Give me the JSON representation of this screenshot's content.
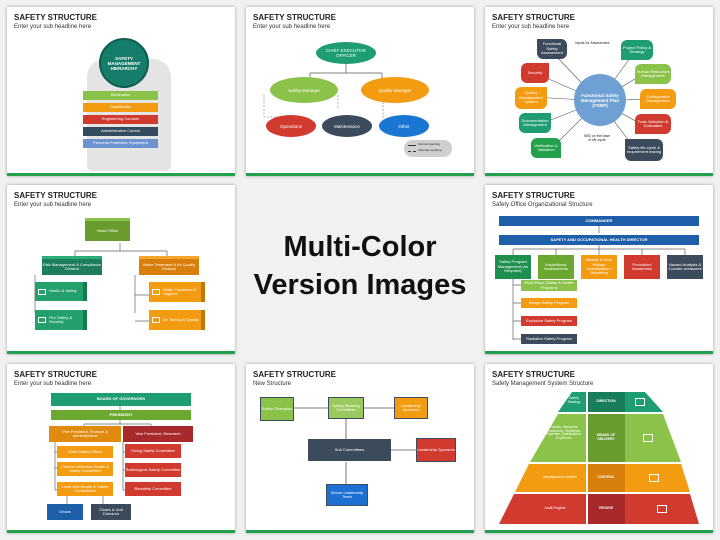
{
  "center": {
    "line1": "Multi-Color",
    "line2": "Version Images"
  },
  "slides": [
    {
      "title": "SAFETY STRUCTURE",
      "subtitle": "Enter your sub headline here",
      "circle": "SAFETY MANAGEMENT HIERARCHY",
      "levels": [
        "Elimination",
        "Substitution",
        "Engineering Controls",
        "Administrative Control",
        "Personal Protective Equipment"
      ]
    },
    {
      "title": "SAFETY STRUCTURE",
      "subtitle": "Enter your sub headline here",
      "ceo": "CHIEF EXECUTIVE OFFICER",
      "managers": [
        "Safety Manager",
        "Quality Manager"
      ],
      "units": [
        "Operations",
        "Maintenance",
        "Other"
      ],
      "legend": [
        "Formal reporting",
        "Informal reporting"
      ]
    },
    {
      "title": "SAFETY STRUCTURE",
      "subtitle": "Enter your sub headline here",
      "hub": "Functional Safety Management Plan (FSMP)",
      "top_left": "Functional Safety Assessment",
      "top_note": "Inputs for Assessment",
      "bottom_note": "SBS on the base of life-cycle",
      "left": [
        "Security",
        "Quality Management System",
        "Documentation Management",
        "Verification & Validation"
      ],
      "right": [
        "Project Policy & Strategy",
        "Human Resources Management",
        "Configuration Management",
        "Tools Selection & Evaluation",
        "Safety life-cycle & requirement tracing"
      ]
    },
    {
      "title": "SAFETY STRUCTURE",
      "subtitle": "Enter your sub headline here",
      "head": "Head Office",
      "divisions": [
        "Risk Management & Compliance Division",
        "Water Treatment & Air Quality Division"
      ],
      "left_items": [
        "Health & Safety",
        "Fire Safety & Security"
      ],
      "right_items": [
        "Water Treatment & Hygiene",
        "Air Testing & Quality"
      ]
    },
    {
      "title": "SAFETY STRUCTURE",
      "subtitle": "Safety Office Organizational Structure",
      "commander": "COMMANDER",
      "director": "SAFETY AND OCCUPATIONAL HEALTH DIRECTOR",
      "row": [
        "Safety Program Management (As Required)",
        "Inspections/ Assessments",
        "Mishap & Near Mishap Investigation / Reporting",
        "Promotion/ Awareness",
        "Hazard Analysis & Counter-measures"
      ],
      "programs": [
        "Work Place Safety & Health Programs",
        "Range Safety Program",
        "Explosive Safety Program",
        "Radiation Safety Program"
      ]
    },
    {
      "title": "SAFETY STRUCTURE",
      "subtitle": "Enter your sub headline here",
      "board": "BOARD OF GOVERNORS",
      "president": "PRESIDENT",
      "vps": [
        "Vice President, Finance & Administration",
        "Vice President, Research"
      ],
      "left_items": [
        "Chief Safety Officer",
        "Central University Health & Safety Committee",
        "Local Unit Health & Safety Committees"
      ],
      "right_items": [
        "Diving Safety Committee",
        "Radiological Safety Committee",
        "Biosafety Committee"
      ],
      "bottom": [
        "Deans",
        "Chairs & Unit Directors"
      ]
    },
    {
      "title": "SAFETY STRUCTURE",
      "subtitle": "New Structure",
      "boxes": {
        "champion": "Safety Champion",
        "steering": "Safety Steering Committee",
        "sponsors_top": "Leadership Sponsors",
        "sub": "Sub Committees",
        "sponsors_right": "Leadership Sponsors",
        "senior": "Senior Leadership Team"
      }
    },
    {
      "title": "SAFETY STRUCTURE",
      "subtitle": "Safety Management System Structure",
      "pyramid": [
        "Safety Strategy",
        "Policies, Standards, Procedures, Guidelines, Expertise, Qualifications, Experience",
        "Management System",
        "Audit Regime"
      ],
      "side": [
        "DIRECTION",
        "MEANS OF DELIVERY",
        "CONTROL",
        "REVIEW"
      ]
    }
  ]
}
